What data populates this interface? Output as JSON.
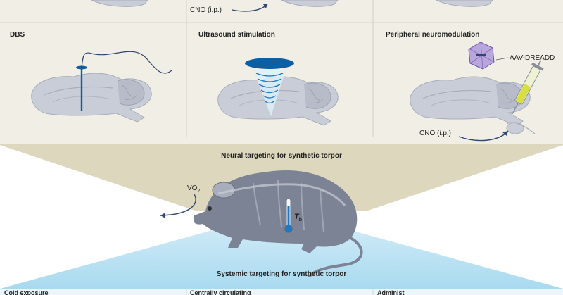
{
  "top_row": {
    "partial_label": "CNO (i.p.)"
  },
  "panels": [
    {
      "title": "DBS"
    },
    {
      "title": "Ultrasound stimulation"
    },
    {
      "title": "Peripheral neuromodulation",
      "aav_label": "AAV-DREADD",
      "cno_label": "CNO (i.p.)"
    }
  ],
  "neural_title": "Neural targeting for synthetic torpor",
  "systemic_title": "Systemic targeting for synthetic torpor",
  "vo2": {
    "base": "VO",
    "sub": "2"
  },
  "tb": {
    "base": "T",
    "sub": "b"
  },
  "bottom_partial": [
    "Cold exposure",
    "Centrally circulating",
    "Administ"
  ],
  "colors": {
    "panel_bg": "#f1efe5",
    "funnel_tan": "#dcd7bd",
    "light_blue": "#bfe3f3",
    "dark_blue": "#0d5fa3",
    "brain_gray": "#c7ccd6",
    "mouse_gray": "#7c8394"
  }
}
